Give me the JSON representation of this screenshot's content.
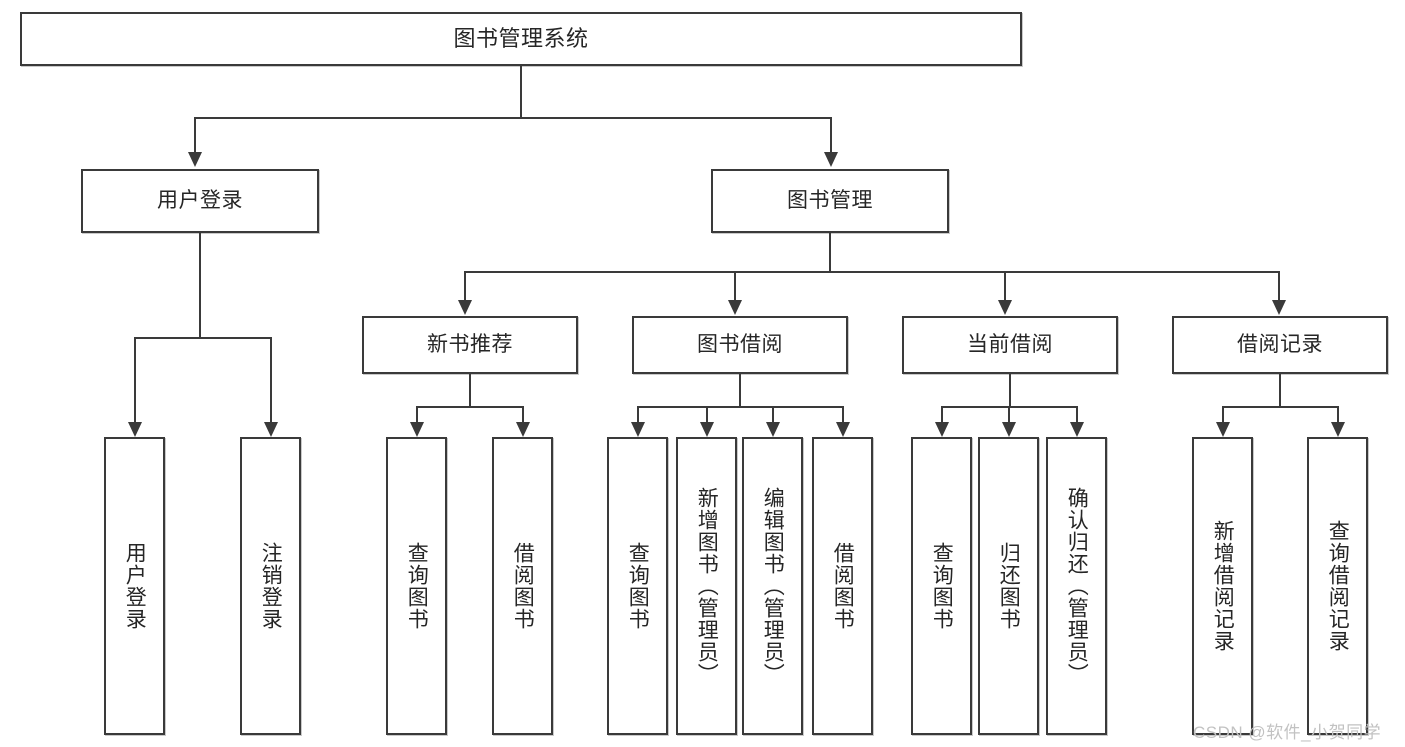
{
  "diagram": {
    "type": "tree",
    "title": "图书管理系统",
    "watermark": "CSDN @软件_小贺同学",
    "colors": {
      "stroke": "#3a3a3a",
      "fill": "#ffffff",
      "text": "#262626",
      "watermark": "#c2c2c2"
    },
    "levels": {
      "root": {
        "label": "图书管理系统"
      },
      "level2": [
        {
          "id": "user-login",
          "label": "用户登录"
        },
        {
          "id": "book-manage",
          "label": "图书管理"
        }
      ],
      "level3": [
        {
          "id": "new-book-rec",
          "label": "新书推荐"
        },
        {
          "id": "book-borrow",
          "label": "图书借阅"
        },
        {
          "id": "current-borrow",
          "label": "当前借阅"
        },
        {
          "id": "borrow-record",
          "label": "借阅记录"
        }
      ],
      "leaves": {
        "user-login": [
          {
            "id": "leaf-user-login",
            "label": "用户登录"
          },
          {
            "id": "leaf-user-logout",
            "label": "注销登录"
          }
        ],
        "new-book-rec": [
          {
            "id": "leaf-query-book-1",
            "label": "查询图书"
          },
          {
            "id": "leaf-borrow-book-1",
            "label": "借阅图书"
          }
        ],
        "book-borrow": [
          {
            "id": "leaf-query-book-2",
            "label": "查询图书"
          },
          {
            "id": "leaf-add-book",
            "label": "新增图书（管理员）"
          },
          {
            "id": "leaf-edit-book",
            "label": "编辑图书（管理员）"
          },
          {
            "id": "leaf-borrow-book-2",
            "label": "借阅图书"
          }
        ],
        "current-borrow": [
          {
            "id": "leaf-query-book-3",
            "label": "查询图书"
          },
          {
            "id": "leaf-return-book",
            "label": "归还图书"
          },
          {
            "id": "leaf-confirm-return",
            "label": "确认归还（管理员）"
          }
        ],
        "borrow-record": [
          {
            "id": "leaf-add-record",
            "label": "新增借阅记录"
          },
          {
            "id": "leaf-query-record",
            "label": "查询借阅记录"
          }
        ]
      }
    }
  }
}
